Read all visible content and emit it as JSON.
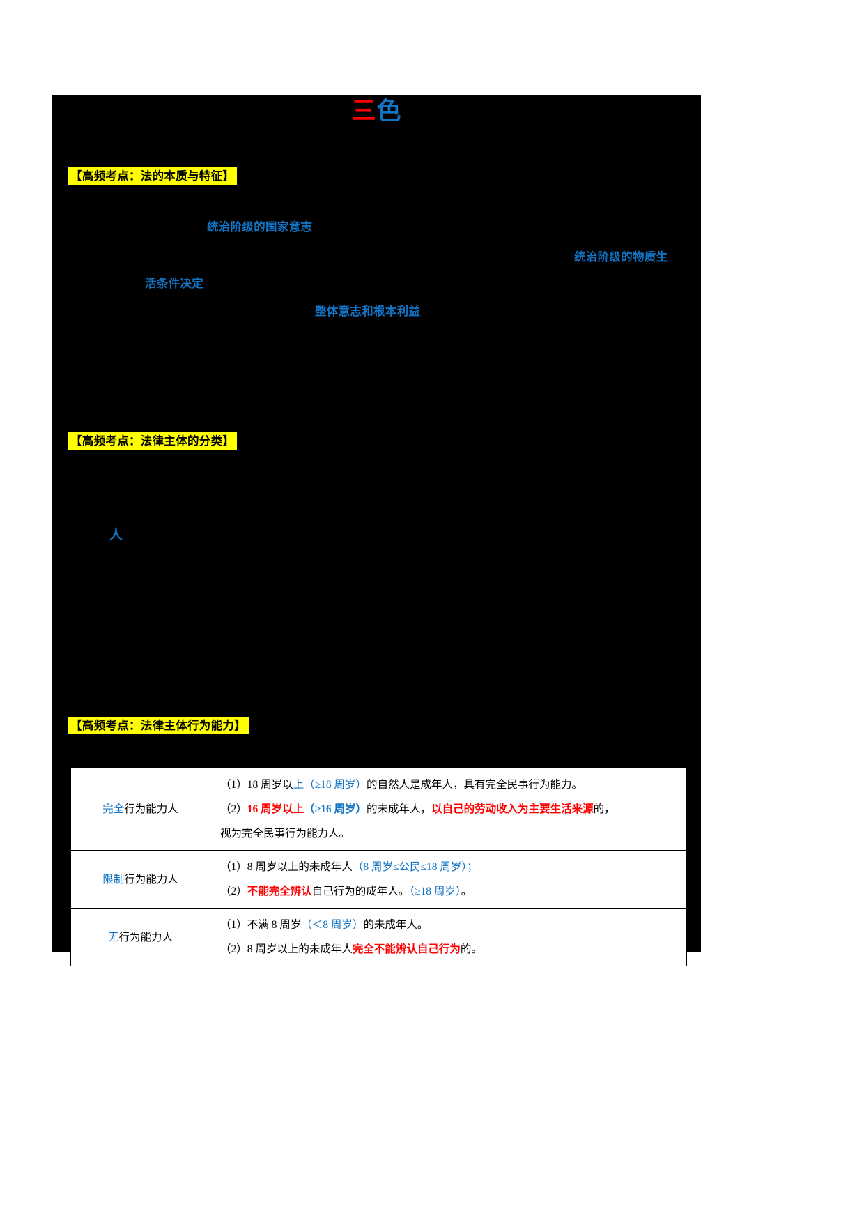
{
  "document": {
    "title_parts": [
      {
        "text": "三",
        "color": "#ff0000"
      },
      {
        "text": "色",
        "color": "#1273c4"
      }
    ],
    "title_plain": "三色",
    "canvas_color": "#000000",
    "page_color": "#ffffff"
  },
  "sections": [
    {
      "id": "hdr-1",
      "label": "【高频考点：法的本质与特征】",
      "highlight": "#ffff00"
    },
    {
      "id": "hdr-2",
      "label": "【高频考点：法律主体的分类】",
      "highlight": "#ffff00"
    },
    {
      "id": "hdr-3",
      "label": "【高频考点：法律主体行为能力】",
      "highlight": "#ffff00"
    }
  ],
  "fragments": [
    {
      "id": "frag-1",
      "text": "统治阶级的国家意志",
      "color": "#1273c4"
    },
    {
      "id": "frag-2",
      "text": "统治阶级的物质生",
      "color": "#1273c4"
    },
    {
      "id": "frag-3",
      "text": "活条件决定",
      "color": "#1273c4"
    },
    {
      "id": "frag-4",
      "text": "整体意志和根本利益",
      "color": "#1273c4"
    },
    {
      "id": "frag-5",
      "text": "人",
      "color": "#1273c4"
    }
  ],
  "table": {
    "rows": [
      {
        "label_colored": "完全",
        "label_rest": "行为能力人",
        "lines": [
          {
            "segments": [
              {
                "text": "（1）18 周岁以",
                "color": "#000000",
                "bold": false
              },
              {
                "text": "上（≥18 周岁）",
                "color": "#1273c4",
                "bold": false
              },
              {
                "text": "的自然人是成年人，具有完全民事行为能力。",
                "color": "#000000",
                "bold": false
              }
            ]
          },
          {
            "segments": [
              {
                "text": "（2）",
                "color": "#000000",
                "bold": false
              },
              {
                "text": "16 周岁以上",
                "color": "#ff0000",
                "bold": true
              },
              {
                "text": "（≥16 周岁）",
                "color": "#1273c4",
                "bold": true
              },
              {
                "text": "的未成年人，",
                "color": "#000000",
                "bold": false
              },
              {
                "text": "以自己的劳动收入为主要生活来源",
                "color": "#ff0000",
                "bold": true
              },
              {
                "text": "的，",
                "color": "#000000",
                "bold": false
              }
            ]
          },
          {
            "segments": [
              {
                "text": "视为完全民事行为能力人。",
                "color": "#000000",
                "bold": false
              }
            ]
          }
        ]
      },
      {
        "label_colored": "限制",
        "label_rest": "行为能力人",
        "lines": [
          {
            "segments": [
              {
                "text": "（1）8 周岁以上的未成年人",
                "color": "#000000",
                "bold": false
              },
              {
                "text": "（8 周岁≤公民≤18 周岁）；",
                "color": "#1273c4",
                "bold": false
              }
            ]
          },
          {
            "segments": [
              {
                "text": "（2）",
                "color": "#000000",
                "bold": false
              },
              {
                "text": "不能完全辨认",
                "color": "#ff0000",
                "bold": true
              },
              {
                "text": "自己行为的成年人。",
                "color": "#000000",
                "bold": false
              },
              {
                "text": "（≥18 周岁）",
                "color": "#1273c4",
                "bold": false
              },
              {
                "text": "。",
                "color": "#000000",
                "bold": false
              }
            ]
          }
        ]
      },
      {
        "label_colored": "无",
        "label_rest": "行为能力人",
        "lines": [
          {
            "segments": [
              {
                "text": "（1）不满 8 周岁",
                "color": "#000000",
                "bold": false
              },
              {
                "text": "（＜8 周岁）",
                "color": "#1273c4",
                "bold": false
              },
              {
                "text": "的未成年人。",
                "color": "#000000",
                "bold": false
              }
            ]
          },
          {
            "segments": [
              {
                "text": "（2）8 周岁以上的未成年人",
                "color": "#000000",
                "bold": false
              },
              {
                "text": "完全不能辨认自己行为",
                "color": "#ff0000",
                "bold": true
              },
              {
                "text": "的。",
                "color": "#000000",
                "bold": false
              }
            ]
          }
        ]
      }
    ]
  }
}
